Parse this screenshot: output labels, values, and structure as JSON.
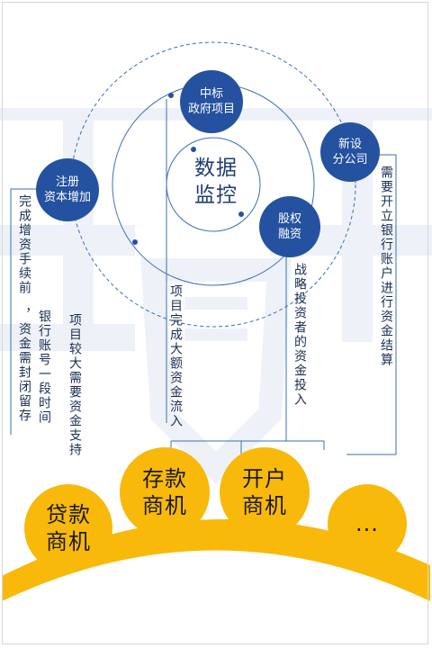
{
  "hub": {
    "line1": "数据",
    "line2": "监控"
  },
  "nodes": {
    "tender": {
      "line1": "中标",
      "line2": "政府项目"
    },
    "newco": {
      "line1": "新设",
      "line2": "分公司"
    },
    "capital": {
      "line1": "注册",
      "line2": "资本增加"
    },
    "equity": {
      "line1": "股权",
      "line2": "融资"
    }
  },
  "notes": {
    "newco": "需要开立银行账户进行资金结算",
    "capital_col1": "完成增资手续前",
    "capital_col2": "，资金需封闭留存",
    "capital_col3": "银行账号一段时间",
    "tender_col1": "项目较大需要资金支持",
    "tender_col2": "项目完成大额资金流入",
    "equity_col1": "战略投资者的资金投入"
  },
  "opportunities": {
    "loan": {
      "line1": "贷款",
      "line2": "商机"
    },
    "deposit": {
      "line1": "存款",
      "line2": "商机"
    },
    "account": {
      "line1": "开户",
      "line2": "商机"
    },
    "more": {
      "line1": "..."
    }
  },
  "colors": {
    "node_fill": "#2452a0",
    "ring_line": "#3b6fb6",
    "accent_yellow": "#f8b90b",
    "watermark": "#eef2f8"
  },
  "icons": [
    "shield-watermark"
  ]
}
